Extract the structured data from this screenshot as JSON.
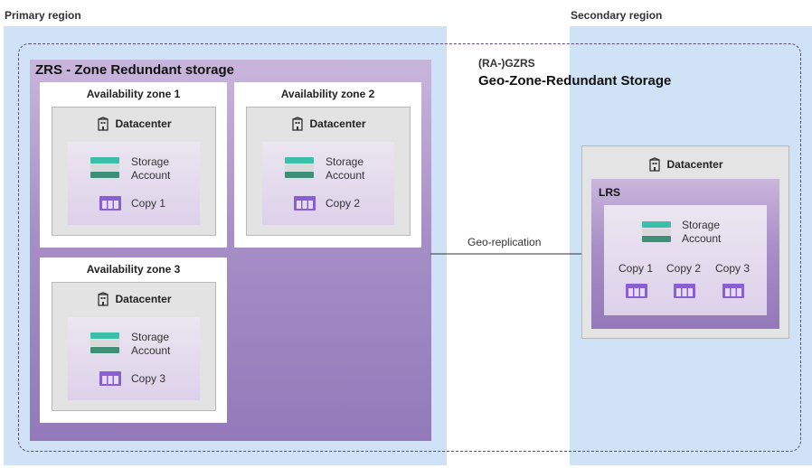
{
  "regions": {
    "primary_label": "Primary region",
    "secondary_label": "Secondary region"
  },
  "gzrs": {
    "code": "(RA-)GZRS",
    "title": "Geo-Zone-Redundant Storage"
  },
  "zrs": {
    "title": "ZRS - Zone Redundant storage",
    "zones": [
      {
        "label": "Availability zone 1",
        "datacenter": "Datacenter",
        "storage_line1": "Storage",
        "storage_line2": "Account",
        "copy": "Copy 1"
      },
      {
        "label": "Availability zone 2",
        "datacenter": "Datacenter",
        "storage_line1": "Storage",
        "storage_line2": "Account",
        "copy": "Copy 2"
      },
      {
        "label": "Availability zone 3",
        "datacenter": "Datacenter",
        "storage_line1": "Storage",
        "storage_line2": "Account",
        "copy": "Copy 3"
      }
    ]
  },
  "replication": {
    "label": "Geo-replication"
  },
  "secondary": {
    "datacenter": "Datacenter",
    "lrs_label": "LRS",
    "storage_line1": "Storage",
    "storage_line2": "Account",
    "copies": [
      "Copy 1",
      "Copy 2",
      "Copy 3"
    ]
  },
  "colors": {
    "region_bg": "#cfe2f6",
    "zrs_purple": "#9a80bd",
    "storage_teal": "#3bbfa8",
    "copy_purple": "#8a5fd6"
  },
  "icons": {
    "datacenter": "building-icon",
    "storage": "storage-account-icon",
    "copy": "storage-copy-icon"
  }
}
